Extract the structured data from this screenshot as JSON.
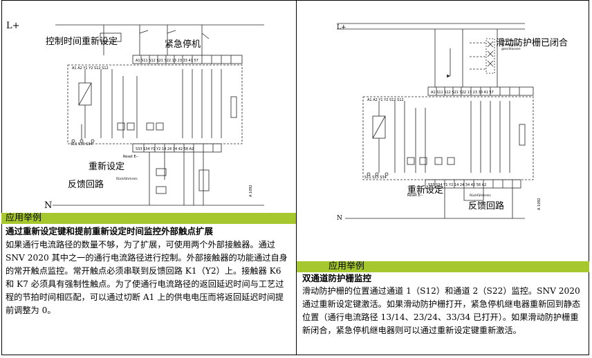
{
  "left": {
    "diagram_labels": {
      "control_time_reset": "控制时间重新设定",
      "emergency_stop": "紧急停机",
      "reset": "重新设定",
      "feedback_loop": "反馈回路",
      "line_plus": "L+",
      "line_minus": "N"
    },
    "section_heading": "应用举例",
    "subtitle": "通过重新设定键和提前重新设定时间监控外部触点扩展",
    "paragraph": "如果通行电流路径的数量不够，为了扩展，可使用两个外部接触器。通过 SNV 2020 其中之一的通行电流路径进行控制。外部接触器的功能通过自身的常开触点监控。常开触点必须串联到反馈回路 K1（Y2）上。接触器 K6 和 K7 必须具有强制性触点。为了使通行电流路径的返回延迟时间与工艺过程的节拍时间相匹配，可以通过切断 A1 上的供电电压而将返回延迟时间提前调整为 0。"
  },
  "right": {
    "diagram_labels": {
      "guard_closed": "滑动防护栅已闭合",
      "reset": "重新设定",
      "feedback_loop": "反馈回路",
      "line_plus": "L+",
      "line_minus": "N"
    },
    "section_heading": "应用举例",
    "subtitle": "双通道防护栅监控",
    "paragraph": "滑动防护栅的位置通过通道 1（S12）和通道 2（S22）监控。SNV 2020 通过重新设定键激活。如果滑动防护栅打开，紧急停机继电器重新回到静态位置（通行电流路径 13/14、23/24、33/34 已打开）。如果滑动防护栅重新闭合，紧急停机继电器则可以通过重新设定键重新激活。"
  },
  "colors": {
    "band": "#a6c82e"
  }
}
